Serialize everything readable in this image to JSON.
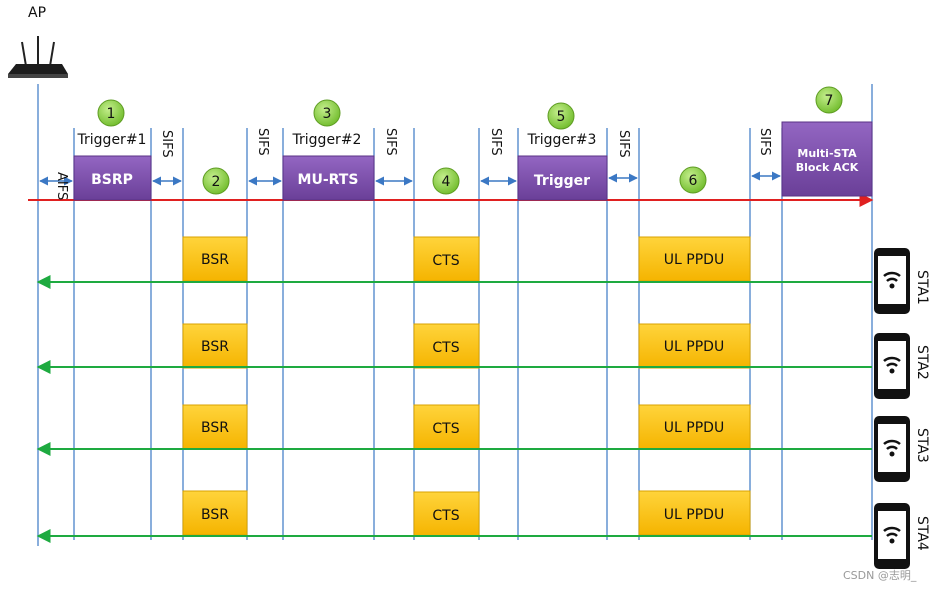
{
  "ap_label": "AP",
  "purple_frames": [
    {
      "label": "BSRP",
      "above": "Trigger#1",
      "step": "1"
    },
    {
      "label": "MU-RTS",
      "above": "Trigger#2",
      "step": "3"
    },
    {
      "label": "Trigger",
      "above": "Trigger#3",
      "step": "5"
    },
    {
      "label": "Multi-STA",
      "label2": "Block ACK",
      "step": "7"
    }
  ],
  "ifs_labels": {
    "aifs": "AIFS",
    "sifs": "SIFS"
  },
  "gap_steps": [
    "2",
    "4",
    "6"
  ],
  "sta_rows": [
    {
      "name": "STA1",
      "frames": [
        "BSR",
        "CTS",
        "UL PPDU"
      ]
    },
    {
      "name": "STA2",
      "frames": [
        "BSR",
        "CTS",
        "UL PPDU"
      ]
    },
    {
      "name": "STA3",
      "frames": [
        "BSR",
        "CTS",
        "UL PPDU"
      ]
    },
    {
      "name": "STA4",
      "frames": [
        "BSR",
        "CTS",
        "UL PPDU"
      ]
    }
  ],
  "watermark": "CSDN @志明_",
  "colors": {
    "purple": "#7a4da6",
    "yellow": "#ffc60a",
    "green_circle": "#8ed14a",
    "red_arrow": "#e02020",
    "green_arrow": "#1eaa40",
    "blue_line": "#3b78c4"
  }
}
